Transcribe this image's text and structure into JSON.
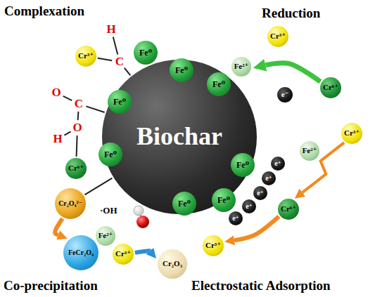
{
  "diagram": {
    "nodes": [
      {
        "text": [
          "Biochar"
        ]
      },
      {
        "text": [
          "Fe⁰"
        ],
        "in": 0
      },
      {
        "text": [
          "Fe⁰"
        ],
        "in": 0
      },
      {
        "text": [
          "Fe⁰"
        ],
        "in": 0
      },
      {
        "text": [
          "Fe⁰"
        ],
        "in": 0
      },
      {
        "text": [
          "Fe⁰"
        ],
        "in": 0
      },
      {
        "text": [
          "Fe⁰"
        ],
        "in": 0
      },
      {
        "text": [
          "Fe⁰"
        ],
        "in": 0
      },
      {
        "text": [
          "Fe⁰"
        ],
        "in": 0
      },
      {
        "text": [
          "H"
        ]
      },
      {
        "text": [
          "C"
        ]
      },
      {
        "text": [
          "Cr³⁺"
        ]
      },
      {
        "text": [
          "O"
        ]
      },
      {
        "text": [
          "C"
        ]
      },
      {
        "text": [
          "O"
        ]
      },
      {
        "text": [
          "H"
        ]
      },
      {
        "text": [
          "Cr⁶⁺"
        ]
      },
      {
        "text": [
          "Cr₂O₄²⁻"
        ]
      },
      {
        "text": [
          "Fe²⁺"
        ]
      },
      {
        "text": [
          "Cr³⁺"
        ]
      },
      {
        "text": [
          "e⁻"
        ]
      },
      {
        "text": [
          "Cr⁶⁺"
        ]
      },
      {
        "text": [
          "Cr³⁺"
        ]
      },
      {
        "text": [
          "Fe²⁺"
        ]
      },
      {
        "text": [
          "Cr⁶⁺"
        ]
      },
      {
        "text": [
          "e⁺"
        ]
      },
      {
        "text": [
          "e⁺"
        ]
      },
      {
        "text": [
          "e⁺"
        ]
      },
      {
        "text": [
          "e⁺"
        ]
      },
      {
        "text": [
          "e⁺"
        ]
      },
      {
        "text": [
          "Cr³⁺"
        ]
      },
      {
        "text": [
          "Fe²⁺"
        ]
      },
      {
        "text": [
          "FeCr₂O₄"
        ]
      },
      {
        "text": [
          "Cr³⁺"
        ]
      },
      {
        "text": [
          "Cr₂O₃"
        ]
      }
    ],
    "edges": [
      {
        "from": 9,
        "to": 10,
        "arrow": "none"
      },
      {
        "from": 11,
        "to": 10,
        "arrow": "none"
      },
      {
        "from": 10,
        "to": 0,
        "arrow": "none"
      },
      {
        "from": 12,
        "to": 13,
        "arrow": "none"
      },
      {
        "from": 13,
        "to": 14,
        "arrow": "none"
      },
      {
        "from": 14,
        "to": 15,
        "arrow": "none"
      },
      {
        "from": 14,
        "to": 16,
        "arrow": "none"
      },
      {
        "from": 13,
        "to": 0,
        "arrow": "none"
      },
      {
        "from": 17,
        "to": 0,
        "arrow": "none"
      },
      {
        "from": 21,
        "to": 18,
        "arrow": "to"
      },
      {
        "from": 22,
        "to": 24,
        "arrow": "to"
      },
      {
        "from": 24,
        "to": 30,
        "arrow": "to"
      },
      {
        "from": 17,
        "to": 32,
        "arrow": "to"
      },
      {
        "from": 33,
        "to": 34,
        "arrow": "to"
      }
    ],
    "labels": [
      "Complexation",
      "Reduction",
      "Co-precipitation",
      "Electrostatic Adsorption",
      "·OH"
    ]
  }
}
